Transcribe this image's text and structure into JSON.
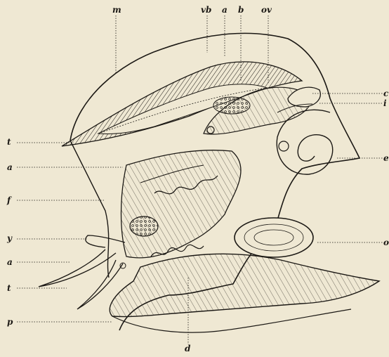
{
  "figure": {
    "description_labels": {
      "m": "m",
      "vb": "vb",
      "a_top": "a",
      "b": "b",
      "ov": "ov",
      "c": "c",
      "i": "i",
      "e": "e",
      "o": "o",
      "t_left_top": "t",
      "a_left_mid": "a",
      "f": "f",
      "y": "y",
      "a_left_low": "a",
      "t_left_low": "t",
      "p": "p",
      "d": "d"
    },
    "colors": {
      "paper": "#efe8d3",
      "ink": "#1b1814"
    }
  }
}
